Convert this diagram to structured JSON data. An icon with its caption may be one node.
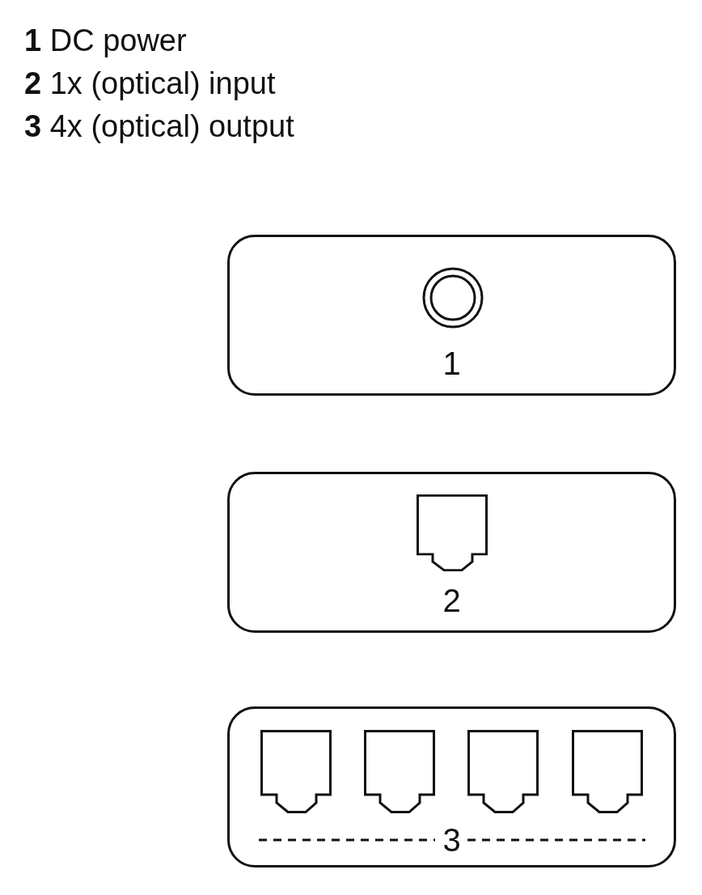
{
  "diagram": {
    "nodes": [
      {
        "text": [
          "1"
        ]
      },
      {
        "text": [
          "2"
        ]
      },
      {
        "text": [
          "3"
        ]
      }
    ],
    "labels": [
      "**1** DC power",
      "**2** 1x (optical) input",
      "**3** 4x (optical) output"
    ]
  }
}
